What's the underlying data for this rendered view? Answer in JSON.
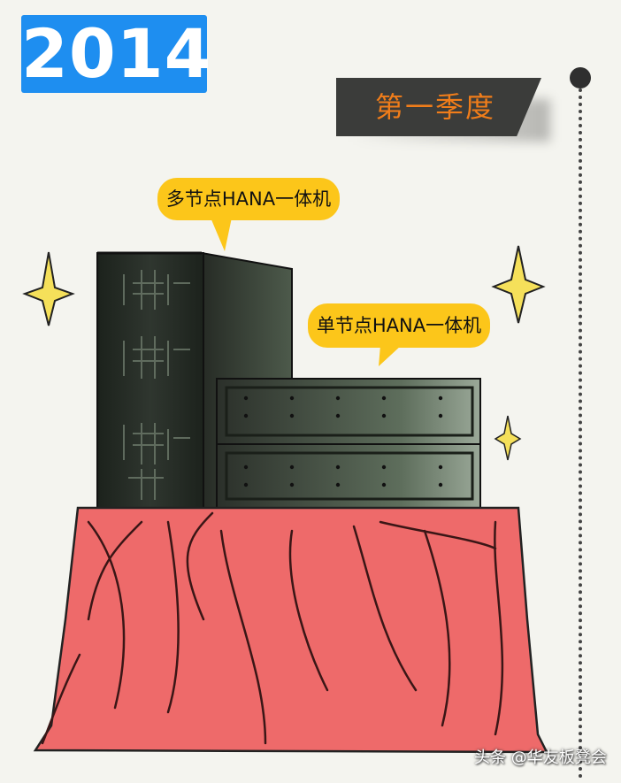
{
  "header": {
    "year": "2014",
    "quarter": "第一季度"
  },
  "labels": {
    "multi_node": "多节点HANA一体机",
    "single_node": "单节点HANA一体机"
  },
  "watermark": "头条 @华友板凳会",
  "colors": {
    "year_badge": "#1e8ef0",
    "quarter_text": "#f07d1a",
    "bubble": "#fcc61a",
    "tablecloth": "#ee6a6a",
    "server": "#2a3028",
    "sparkle": "#f5e05a"
  },
  "icons": [
    "sparkle-icon",
    "timeline-dot-icon"
  ]
}
